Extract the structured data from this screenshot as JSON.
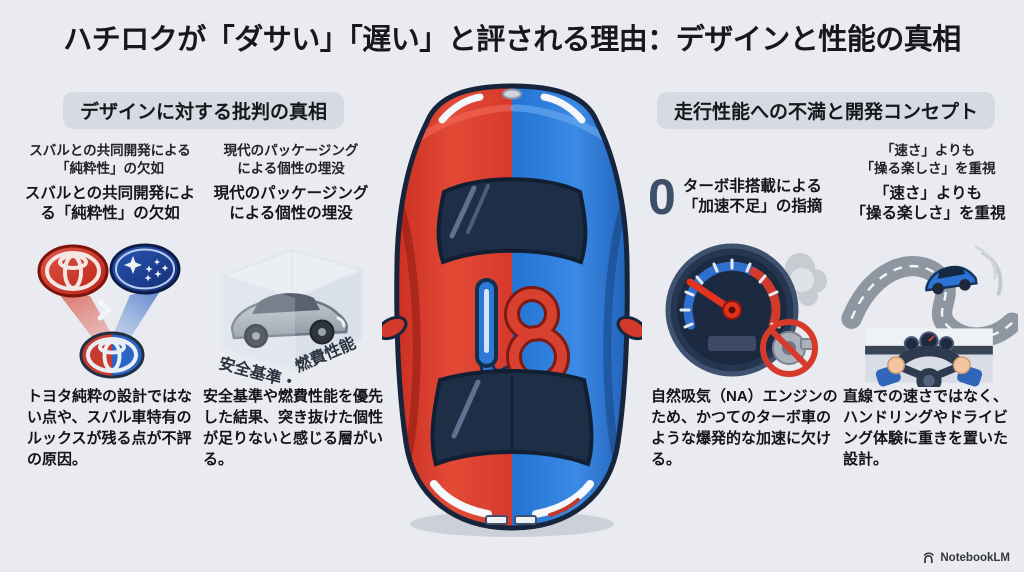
{
  "page": {
    "background": "#e9ebf0",
    "watermark": "NotebookLM"
  },
  "title": "ハチロクが「ダサい」「遅い」と評される理由：デザインと性能の真相",
  "left_section": {
    "header": "デザインに対する批判の真相"
  },
  "right_section": {
    "header": "走行性能への不満と開発コンセプト"
  },
  "columns": [
    {
      "claim_light": "スバルとの共同開発による\n「純粋性」の欠如",
      "claim_bold": "スバルとの共同開発によ\nる「純粋性」の欠如",
      "icon": "toyota-subaru-merge-icon",
      "body": "トヨタ純粋の設計ではない点や、スバル車特有のルックスが残る点が不評の原因。"
    },
    {
      "claim_light": "現代のパッケージング\nによる個性の埋没",
      "claim_bold": "現代のパッケージング\nによる個性の埋没",
      "icon": "car-in-box-icon",
      "box_labels": {
        "left": "安全基準・",
        "right": "燃費性能"
      },
      "body": "安全基準や燃費性能を優先した結果、突き抜けた個性が足りないと感じる層がいる。"
    },
    {
      "claim_number": "0",
      "claim_bold": "ターボ非搭載による\n「加速不足」の指摘",
      "icon": "speedometer-no-turbo-icon",
      "body": "自然吸気（NA）エンジンのため、かつてのターボ車のような爆発的な加速に欠ける。"
    },
    {
      "claim_light": "「速さ」よりも\n「操る楽しさ」を重視",
      "claim_bold": "「速さ」よりも\n「操る楽しさ」を重視",
      "icon": "winding-road-steering-icon",
      "body": "直線での速さではなく、ハンドリングやドライビング体験に重きを置いた設計。"
    }
  ],
  "center_car": {
    "icon": "split-color-car-top-view",
    "left_color": "#d6392c",
    "right_color": "#2273d2",
    "roof_emblem": "86"
  },
  "colors": {
    "accent_red": "#d5392c",
    "accent_blue": "#2273d2",
    "navy_outline": "#16253c",
    "badge_bg": "#d6dae2",
    "zero_numeral": "#3e5068",
    "text_dark": "#131519"
  }
}
